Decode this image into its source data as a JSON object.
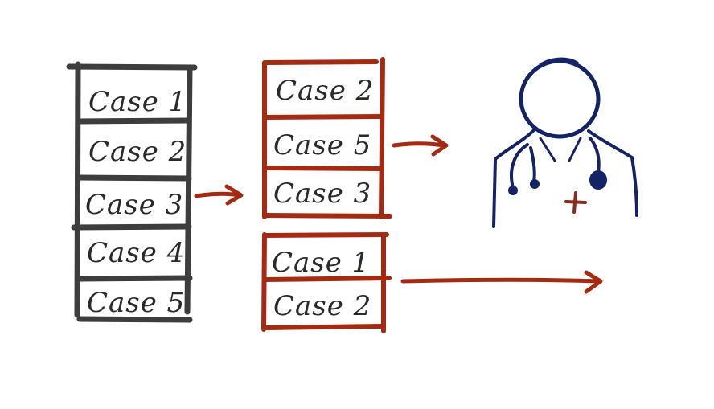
{
  "colors": {
    "queue_ink": "#3d3d3d",
    "selection_ink": "#a52a12",
    "doctor_ink": "#142266",
    "cross_ink": "#8a2a1a",
    "text_ink": "#2a2a2a"
  },
  "icons": {
    "doctor": "doctor-with-stethoscope-icon",
    "cross": "medical-cross-icon"
  },
  "queue": {
    "cases": [
      "Case 1",
      "Case 2",
      "Case 3",
      "Case 4",
      "Case 5"
    ]
  },
  "selected_group": {
    "cases": [
      "Case 2",
      "Case 5",
      "Case 3"
    ]
  },
  "second_group": {
    "cases": [
      "Case 1",
      "Case 2"
    ]
  }
}
